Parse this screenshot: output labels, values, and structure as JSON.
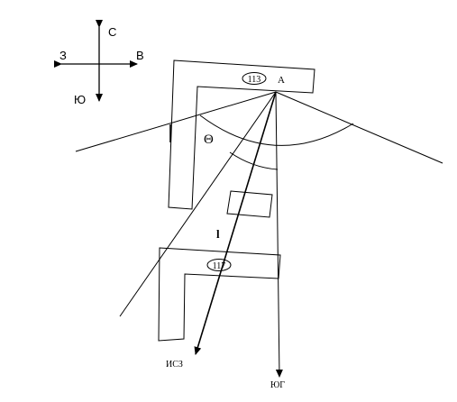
{
  "compass": {
    "north": "С",
    "east": "В",
    "west": "З",
    "south": "Ю"
  },
  "labels": {
    "point": "A",
    "angle": "Θ",
    "distance": "l",
    "building_top": "113",
    "building_bottom": "117",
    "arrow_isz": "ИСЗ",
    "arrow_south": "ЮГ"
  }
}
